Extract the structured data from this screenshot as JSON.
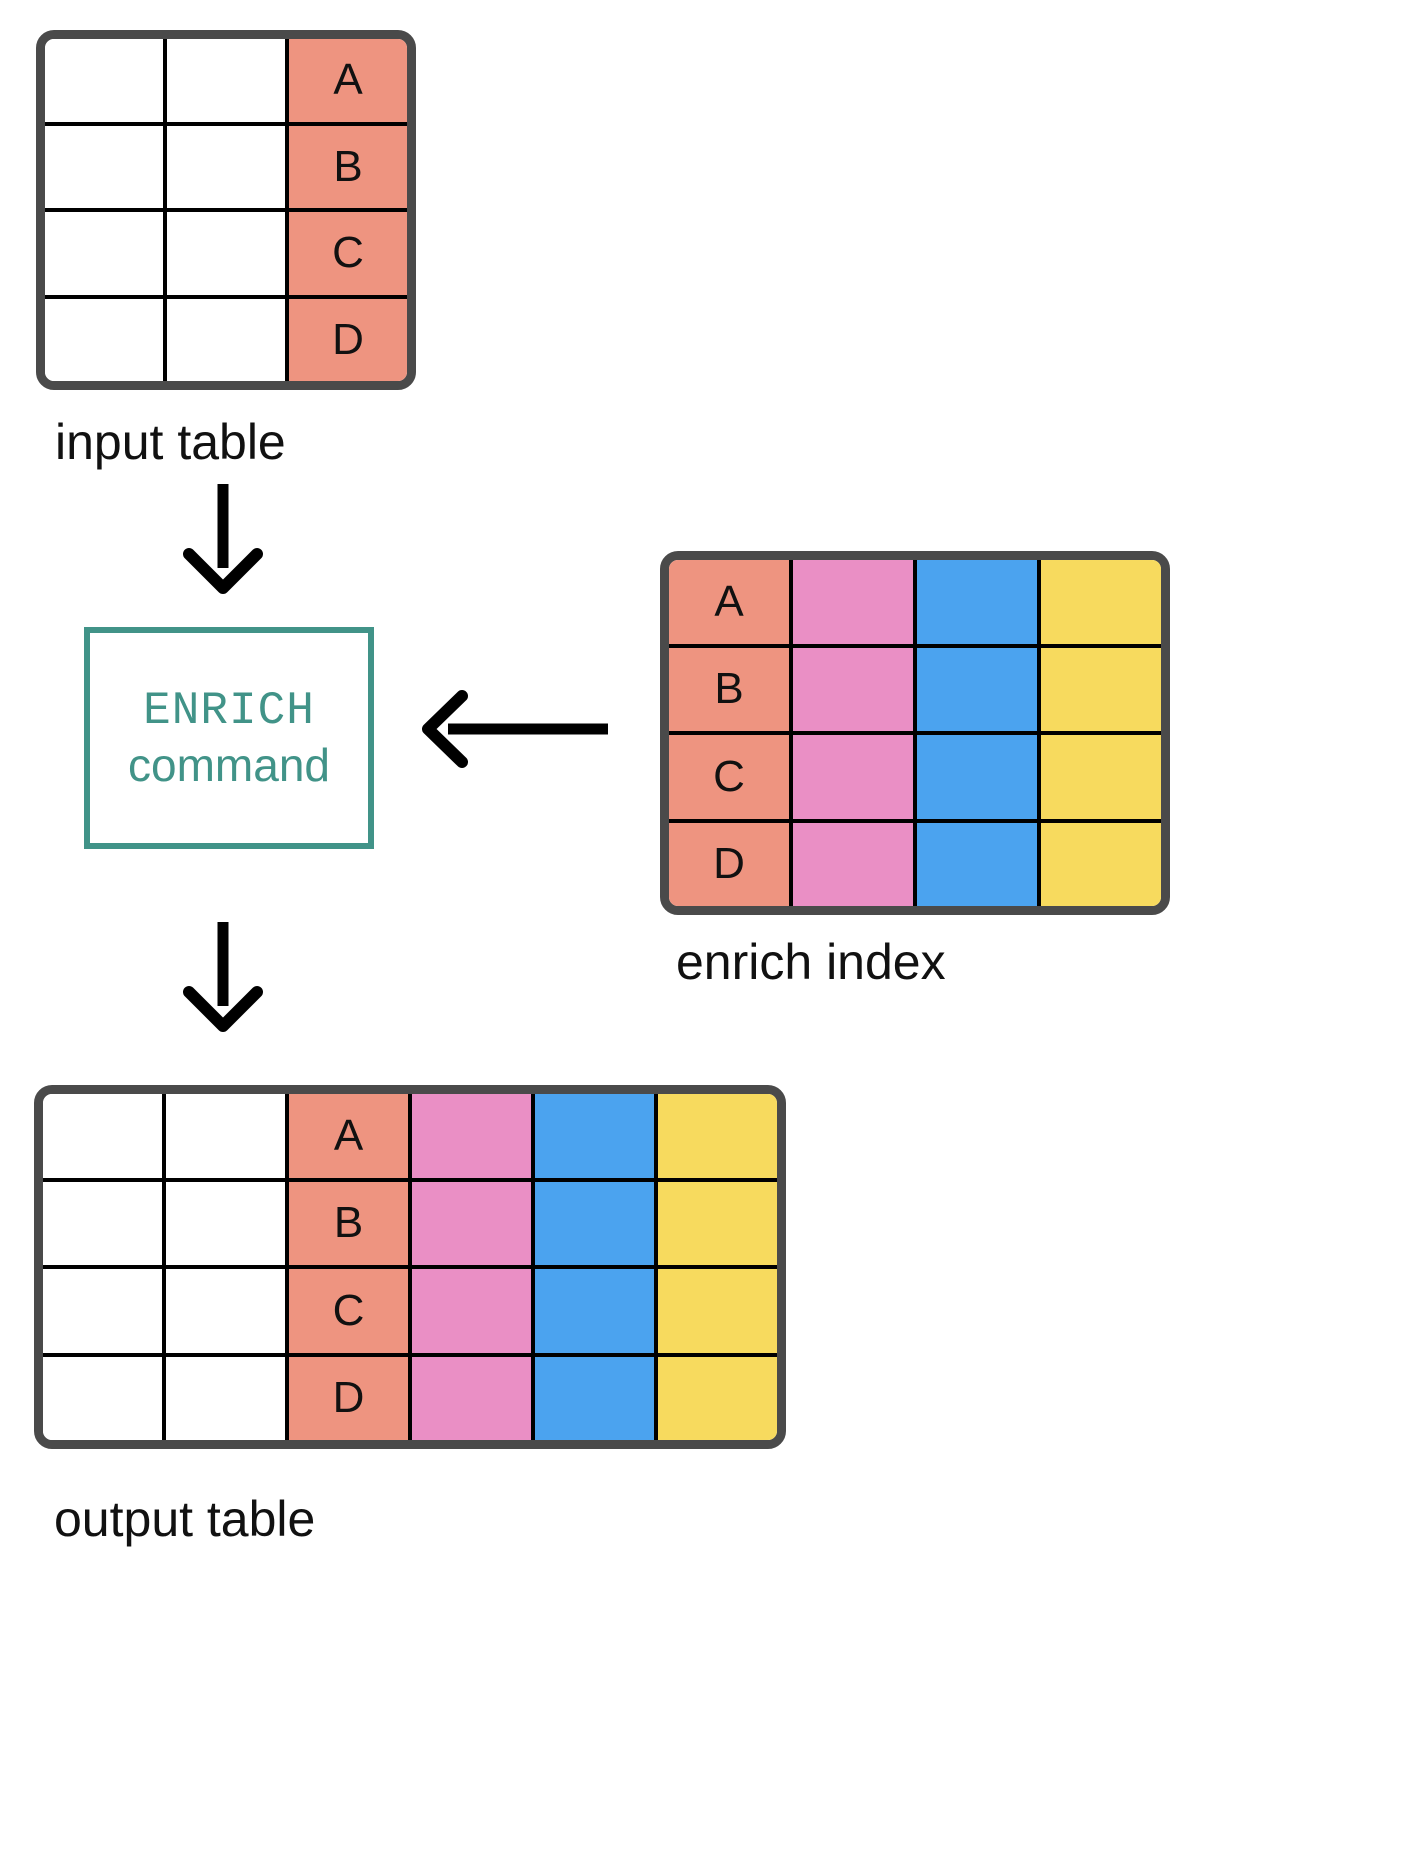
{
  "diagram": {
    "title_colors": {
      "salmon": "#ee9480",
      "pink": "#ea8fc5",
      "blue": "#4ba3ef",
      "yellow": "#f7da5e",
      "border": "#4a4a4a",
      "grid": "#000000",
      "accent_teal": "#419388",
      "arrow": "#000000"
    },
    "input_table": {
      "caption": "input table",
      "columns": 3,
      "rows": [
        {
          "cells": [
            {
              "text": "",
              "fill": "white"
            },
            {
              "text": "",
              "fill": "white"
            },
            {
              "text": "A",
              "fill": "salmon"
            }
          ]
        },
        {
          "cells": [
            {
              "text": "",
              "fill": "white"
            },
            {
              "text": "",
              "fill": "white"
            },
            {
              "text": "B",
              "fill": "salmon"
            }
          ]
        },
        {
          "cells": [
            {
              "text": "",
              "fill": "white"
            },
            {
              "text": "",
              "fill": "white"
            },
            {
              "text": "C",
              "fill": "salmon"
            }
          ]
        },
        {
          "cells": [
            {
              "text": "",
              "fill": "white"
            },
            {
              "text": "",
              "fill": "white"
            },
            {
              "text": "D",
              "fill": "salmon"
            }
          ]
        }
      ]
    },
    "enrich_index_table": {
      "caption": "enrich index",
      "columns": 4,
      "rows": [
        {
          "cells": [
            {
              "text": "A",
              "fill": "salmon"
            },
            {
              "text": "",
              "fill": "pink"
            },
            {
              "text": "",
              "fill": "blue"
            },
            {
              "text": "",
              "fill": "yellow"
            }
          ]
        },
        {
          "cells": [
            {
              "text": "B",
              "fill": "salmon"
            },
            {
              "text": "",
              "fill": "pink"
            },
            {
              "text": "",
              "fill": "blue"
            },
            {
              "text": "",
              "fill": "yellow"
            }
          ]
        },
        {
          "cells": [
            {
              "text": "C",
              "fill": "salmon"
            },
            {
              "text": "",
              "fill": "pink"
            },
            {
              "text": "",
              "fill": "blue"
            },
            {
              "text": "",
              "fill": "yellow"
            }
          ]
        },
        {
          "cells": [
            {
              "text": "D",
              "fill": "salmon"
            },
            {
              "text": "",
              "fill": "pink"
            },
            {
              "text": "",
              "fill": "blue"
            },
            {
              "text": "",
              "fill": "yellow"
            }
          ]
        }
      ]
    },
    "output_table": {
      "caption": "output table",
      "columns": 6,
      "rows": [
        {
          "cells": [
            {
              "text": "",
              "fill": "white"
            },
            {
              "text": "",
              "fill": "white"
            },
            {
              "text": "A",
              "fill": "salmon"
            },
            {
              "text": "",
              "fill": "pink"
            },
            {
              "text": "",
              "fill": "blue"
            },
            {
              "text": "",
              "fill": "yellow"
            }
          ]
        },
        {
          "cells": [
            {
              "text": "",
              "fill": "white"
            },
            {
              "text": "",
              "fill": "white"
            },
            {
              "text": "B",
              "fill": "salmon"
            },
            {
              "text": "",
              "fill": "pink"
            },
            {
              "text": "",
              "fill": "blue"
            },
            {
              "text": "",
              "fill": "yellow"
            }
          ]
        },
        {
          "cells": [
            {
              "text": "",
              "fill": "white"
            },
            {
              "text": "",
              "fill": "white"
            },
            {
              "text": "C",
              "fill": "salmon"
            },
            {
              "text": "",
              "fill": "pink"
            },
            {
              "text": "",
              "fill": "blue"
            },
            {
              "text": "",
              "fill": "yellow"
            }
          ]
        },
        {
          "cells": [
            {
              "text": "",
              "fill": "white"
            },
            {
              "text": "",
              "fill": "white"
            },
            {
              "text": "D",
              "fill": "salmon"
            },
            {
              "text": "",
              "fill": "pink"
            },
            {
              "text": "",
              "fill": "blue"
            },
            {
              "text": "",
              "fill": "yellow"
            }
          ]
        }
      ]
    },
    "process_box": {
      "line1": "ENRICH",
      "line2": "command"
    },
    "arrows": [
      {
        "name": "input-to-enrich",
        "direction": "down"
      },
      {
        "name": "enrich-to-output",
        "direction": "down"
      },
      {
        "name": "index-to-enrich",
        "direction": "left"
      }
    ]
  }
}
